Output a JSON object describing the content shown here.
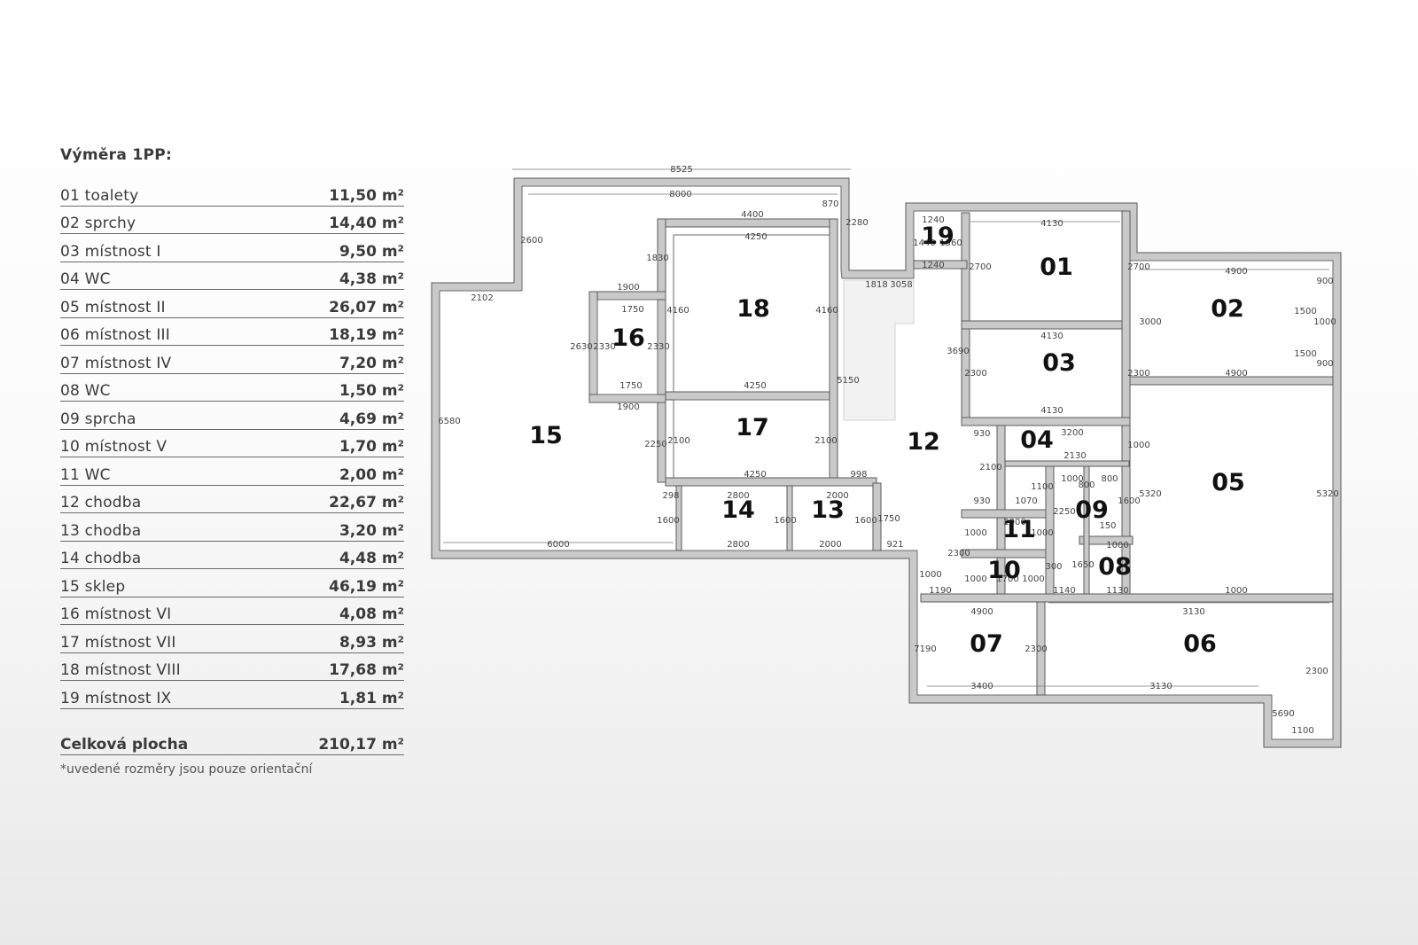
{
  "legend": {
    "title": "Výměra 1PP:",
    "rows": [
      {
        "name": "01 toalety",
        "value": "11,50 m²"
      },
      {
        "name": "02 sprchy",
        "value": "14,40 m²"
      },
      {
        "name": "03 místnost I",
        "value": "9,50 m²"
      },
      {
        "name": "04 WC",
        "value": "4,38 m²"
      },
      {
        "name": "05 místnost II",
        "value": "26,07 m²"
      },
      {
        "name": "06 místnost III",
        "value": "18,19 m²"
      },
      {
        "name": "07 místnost IV",
        "value": "7,20 m²"
      },
      {
        "name": "08 WC",
        "value": "1,50 m²"
      },
      {
        "name": "09 sprcha",
        "value": "4,69 m²"
      },
      {
        "name": "10 místnost V",
        "value": "1,70 m²"
      },
      {
        "name": "11 WC",
        "value": "2,00 m²"
      },
      {
        "name": "12 chodba",
        "value": "22,67 m²"
      },
      {
        "name": "13 chodba",
        "value": "3,20 m²"
      },
      {
        "name": "14 chodba",
        "value": "4,48 m²"
      },
      {
        "name": "15 sklep",
        "value": "46,19 m²"
      },
      {
        "name": "16 místnost VI",
        "value": "4,08 m²"
      },
      {
        "name": "17 místnost VII",
        "value": "8,93 m²"
      },
      {
        "name": "18 místnost VIII",
        "value": "17,68 m²"
      },
      {
        "name": "19 místnost IX",
        "value": "1,81 m²"
      }
    ],
    "total_label": "Celková plocha",
    "total_value": "210,17 m²",
    "note": "*uvedené rozměry jsou pouze orientační"
  },
  "plan": {
    "room_numbers": [
      "01",
      "02",
      "03",
      "04",
      "05",
      "06",
      "07",
      "08",
      "09",
      "10",
      "11",
      "12",
      "13",
      "14",
      "15",
      "16",
      "17",
      "18",
      "19"
    ],
    "dimensions": [
      "8525",
      "8000",
      "870",
      "4400",
      "2280",
      "4250",
      "2600",
      "1830",
      "2102",
      "1900",
      "1750",
      "4160",
      "4160",
      "2630",
      "2330",
      "2330",
      "1750",
      "4250",
      "1900",
      "6580",
      "2250",
      "2100",
      "2100",
      "4250",
      "298",
      "2800",
      "2000",
      "1600",
      "1600",
      "1600",
      "1750",
      "6000",
      "2800",
      "2000",
      "921",
      "998",
      "5150",
      "1818",
      "3058",
      "1240",
      "1440",
      "1560",
      "1240",
      "2700",
      "4130",
      "2700",
      "4130",
      "3690",
      "2300",
      "2300",
      "4130",
      "4900",
      "900",
      "1500",
      "1000",
      "1500",
      "900",
      "3000",
      "4900",
      "930",
      "3200",
      "1000",
      "2130",
      "2100",
      "1000",
      "800",
      "800",
      "1100",
      "930",
      "1070",
      "2250",
      "1600",
      "5320",
      "5320",
      "2000",
      "1000",
      "1000",
      "150",
      "2300",
      "1650",
      "300",
      "1000",
      "1000",
      "1700",
      "1000",
      "1000",
      "1190",
      "1140",
      "1130",
      "1000",
      "4900",
      "3130",
      "7190",
      "2300",
      "2300",
      "3400",
      "3130",
      "5690",
      "1100",
      "1600"
    ]
  }
}
